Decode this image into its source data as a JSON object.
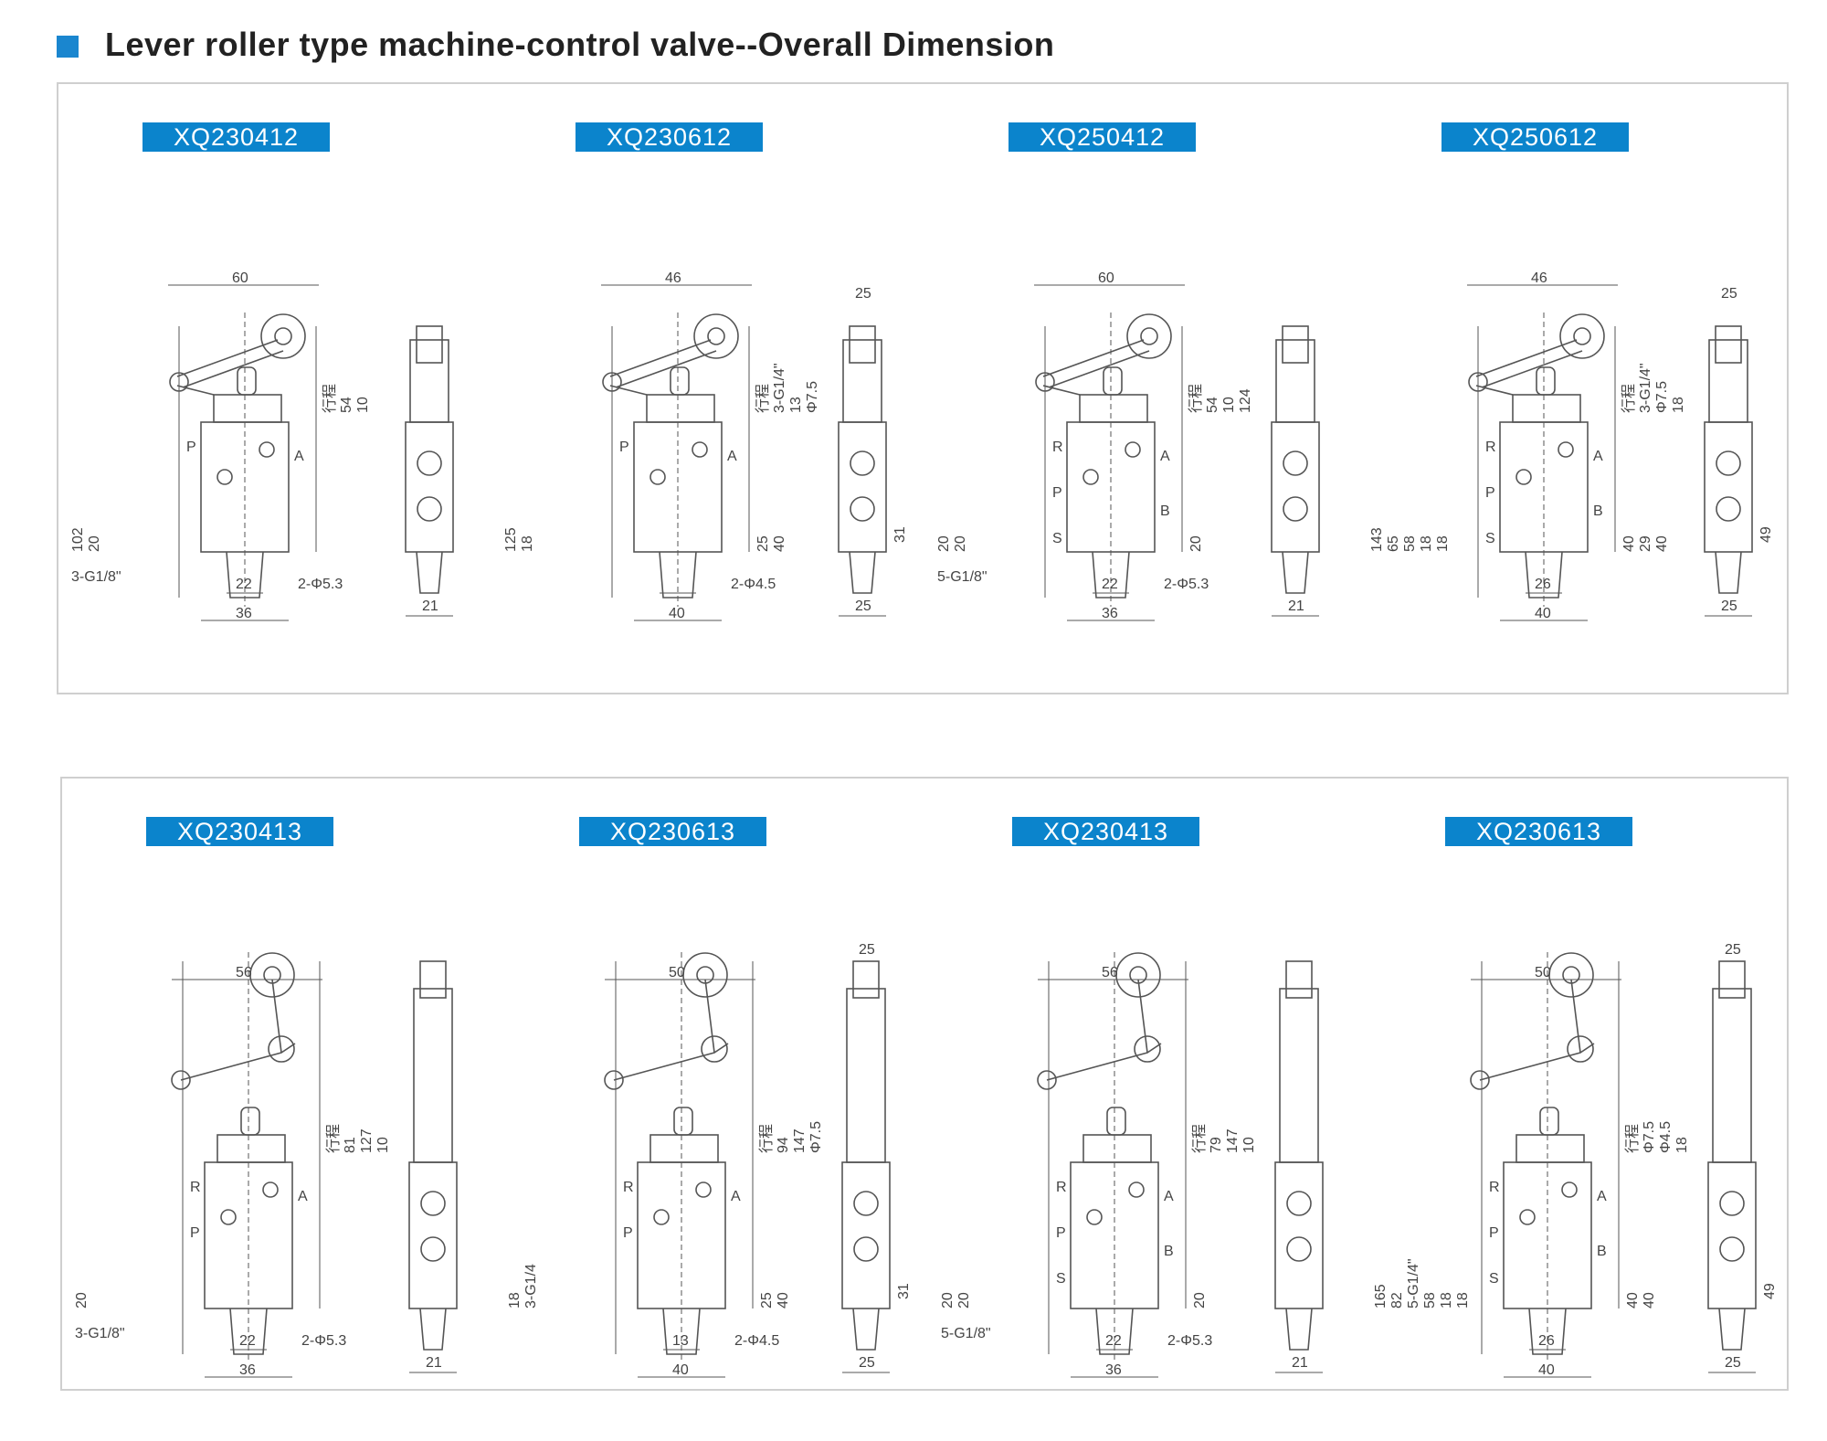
{
  "title": "Lever roller type machine-control valve--Overall Dimension",
  "colors": {
    "accent": "#0b84cc",
    "line": "#555555",
    "border": "#cfcfcf"
  },
  "rows": [
    {
      "items": [
        {
          "model": "XQ230412",
          "top": [
            "60"
          ],
          "left": [
            "102",
            "20"
          ],
          "right": [
            "行程",
            "54",
            "10"
          ],
          "bottom": [
            "22",
            "36"
          ],
          "ports_left": [
            "P"
          ],
          "ports_right": [
            "A"
          ],
          "callouts": [
            "2-Φ5.3",
            "3-G1/8\""
          ],
          "side_top": [],
          "side_right": [],
          "side_bottom": [
            "21"
          ]
        },
        {
          "model": "XQ230612",
          "top": [
            "46"
          ],
          "left": [
            "125",
            "18"
          ],
          "right": [
            "行程",
            "3-G1/4\"",
            "13",
            "Φ7.5",
            "25",
            "40"
          ],
          "bottom": [
            "40"
          ],
          "ports_left": [
            "P"
          ],
          "ports_right": [
            "A"
          ],
          "callouts": [
            "2-Φ4.5"
          ],
          "side_top": [
            "25"
          ],
          "side_right": [
            "31"
          ],
          "side_bottom": [
            "25"
          ]
        },
        {
          "model": "XQ250412",
          "top": [
            "60"
          ],
          "left": [
            "20",
            "20"
          ],
          "right": [
            "行程",
            "54",
            "10",
            "124",
            "20"
          ],
          "bottom": [
            "22",
            "36"
          ],
          "ports_left": [
            "R",
            "P",
            "S"
          ],
          "ports_right": [
            "A",
            "B"
          ],
          "callouts": [
            "2-Φ5.3",
            "5-G1/8\""
          ],
          "side_top": [],
          "side_right": [],
          "side_bottom": [
            "21"
          ]
        },
        {
          "model": "XQ250612",
          "top": [
            "46"
          ],
          "left": [
            "143",
            "65",
            "58",
            "18",
            "18"
          ],
          "right": [
            "行程",
            "3-G1/4\"",
            "Φ7.5",
            "18",
            "40",
            "29",
            "40"
          ],
          "bottom": [
            "26",
            "40"
          ],
          "ports_left": [
            "R",
            "P",
            "S"
          ],
          "ports_right": [
            "A",
            "B"
          ],
          "callouts": [],
          "side_top": [
            "25"
          ],
          "side_right": [
            "49"
          ],
          "side_bottom": [
            "25"
          ]
        }
      ]
    },
    {
      "items": [
        {
          "model": "XQ230413",
          "top": [
            "56"
          ],
          "left": [
            "20"
          ],
          "right": [
            "行程",
            "81",
            "127",
            "10"
          ],
          "bottom": [
            "22",
            "36"
          ],
          "ports_left": [
            "R",
            "P"
          ],
          "ports_right": [
            "A"
          ],
          "callouts": [
            "2-Φ5.3",
            "3-G1/8\""
          ],
          "side_top": [],
          "side_right": [],
          "side_bottom": [
            "21"
          ]
        },
        {
          "model": "XQ230613",
          "top": [
            "50"
          ],
          "left": [
            "18",
            "3-G1/4"
          ],
          "right": [
            "行程",
            "94",
            "147",
            "Φ7.5",
            "25",
            "40"
          ],
          "bottom": [
            "13",
            "40"
          ],
          "ports_left": [
            "R",
            "P"
          ],
          "ports_right": [
            "A"
          ],
          "callouts": [
            "2-Φ4.5"
          ],
          "side_top": [
            "25"
          ],
          "side_right": [
            "31"
          ],
          "side_bottom": [
            "25"
          ]
        },
        {
          "model": "XQ230413",
          "top": [
            "56"
          ],
          "left": [
            "20",
            "20"
          ],
          "right": [
            "行程",
            "79",
            "147",
            "10",
            "20"
          ],
          "bottom": [
            "22",
            "36"
          ],
          "ports_left": [
            "R",
            "P",
            "S"
          ],
          "ports_right": [
            "A",
            "B"
          ],
          "callouts": [
            "2-Φ5.3",
            "5-G1/8\""
          ],
          "side_top": [],
          "side_right": [],
          "side_bottom": [
            "21"
          ]
        },
        {
          "model": "XQ230613",
          "top": [
            "50"
          ],
          "left": [
            "165",
            "82",
            "5-G1/4\"",
            "58",
            "18",
            "18"
          ],
          "right": [
            "行程",
            "Φ7.5",
            "Φ4.5",
            "18",
            "40",
            "40"
          ],
          "bottom": [
            "26",
            "40"
          ],
          "ports_left": [
            "R",
            "P",
            "S"
          ],
          "ports_right": [
            "A",
            "B"
          ],
          "callouts": [],
          "side_top": [
            "25"
          ],
          "side_right": [
            "49"
          ],
          "side_bottom": [
            "25"
          ]
        }
      ]
    }
  ]
}
